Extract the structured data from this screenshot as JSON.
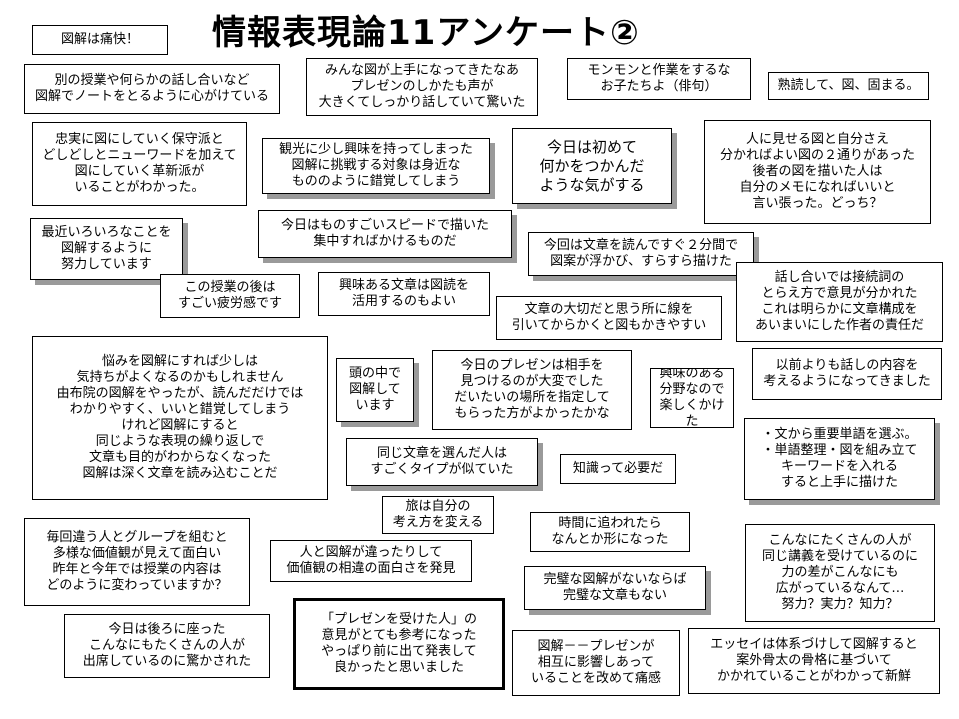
{
  "title": "情報表現論11アンケート②",
  "comments": [
    "図解は痛快！",
    "別の授業や何らかの話し合いなど\n図解でノートをとるように心がけている",
    "みんな図が上手になってきたなあ\nプレゼンのしかたも声が\n大きくてしっかり話していて驚いた",
    "モンモンと作業をするな\nお子たちよ（俳句）",
    "熟読して、図、固まる。",
    "忠実に図にしていく保守派と\nどしどしとニューワードを加えて\n図にしていく革新派が\nいることがわかった。",
    "観光に少し興味を持ってしまった\n図解に挑戦する対象は身近な\nもののように錯覚してしまう",
    "今日は初めて\n何かをつかんだ\nような気がする",
    "人に見せる図と自分さえ\n分かればよい図の２通りがあった\n後者の図を描いた人は\n自分のメモになればいいと\n言い張った。どっち？",
    "最近いろいろなことを\n図解するように\n努力しています",
    "今日はものすごいスピードで描いた\n集中すればかけるものだ",
    "今回は文章を読んですぐ２分間で\n図案が浮かび、すらすら描けた",
    "この授業の後は\nすごい疲労感です",
    "興味ある文章は図読を\n活用するのもよい",
    "話し合いでは接続詞の\nとらえ方で意見が分かれた\nこれは明らかに文章構成を\nあいまいにした作者の責任だ",
    "文章の大切だと思う所に線を\n引いてからかくと図もかきやすい",
    "悩みを図解にすれば少しは\n気持ちがよくなるのかもしれません\n由布院の図解をやったが、読んだだけでは\nわかりやすく、いいと錯覚してしまう\nけれど図解にすると\n同じような表現の繰り返しで\n文章も目的がわからなくなった\n図解は深く文章を読み込むことだ",
    "頭の中で\n図解して\nいます",
    "今日のプレゼンは相手を\n見つけるのが大変でした\nだいたいの場所を指定して\nもらった方がよかったかな",
    "興味のある\n分野なので\n楽しくかけた",
    "以前よりも話しの内容を\n考えるようになってきました",
    "同じ文章を選んだ人は\nすごくタイプが似ていた",
    "知識って必要だ",
    "・文から重要単語を選ぶ。\n・単語整理・図を組み立て\nキーワードを入れる\nすると上手に描けた",
    "旅は自分の\n考え方を変える",
    "毎回違う人とグループを組むと\n多様な価値観が見えて面白い\n昨年と今年では授業の内容は\nどのように変わっていますか？",
    "時間に追われたら\nなんとか形になった",
    "人と図解が違ったりして\n価値観の相違の面白さを発見",
    "こんなにたくさんの人が\n同じ講義を受けているのに\n力の差がこんなにも\n広がっているなんて…\n努力？実力？知力？",
    "完璧な図解がないならば\n完璧な文章もない",
    "今日は後ろに座った\nこんなにもたくさんの人が\n出席しているのに驚かされた",
    "「プレゼンを受けた人」の\n意見がとても参考になった\nやっぱり前に出て発表して\n良かったと思いました",
    "図解－－プレゼンが\n相互に影響しあって\nいることを改めて痛感",
    "エッセイは体系づけして図解すると\n案外骨太の骨格に基づいて\nかかれていることがわかって新鮮"
  ]
}
